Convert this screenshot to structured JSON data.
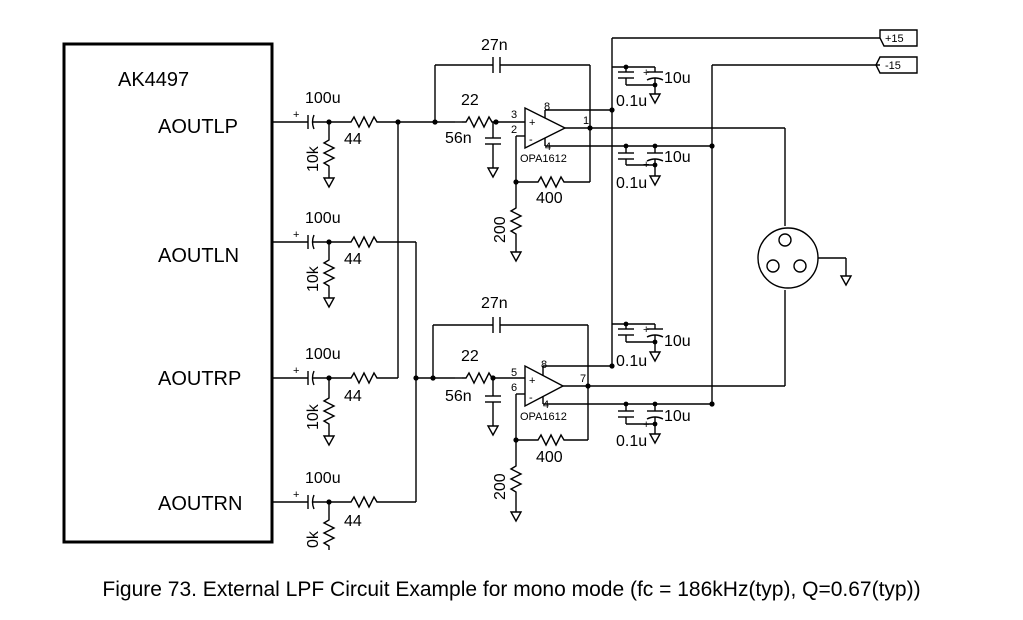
{
  "ic": {
    "name": "AK4497",
    "pins": [
      "AOUTLP",
      "AOUTLN",
      "AOUTRP",
      "AOUTRN"
    ]
  },
  "input_stage": {
    "cap": "100u",
    "series_res": "44",
    "shunt_res": [
      "10k",
      "10k",
      "10k",
      "0k"
    ]
  },
  "filters": [
    {
      "feedback_cap": "27n",
      "input_res": "22",
      "shunt_cap": "56n",
      "gain_res": "400",
      "ground_res": "200",
      "opamp": "OPA1612",
      "pins": {
        "in_plus": "3",
        "in_minus": "2",
        "vpos": "8",
        "vneg": "4",
        "out": "1"
      }
    },
    {
      "feedback_cap": "27n",
      "input_res": "22",
      "shunt_cap": "56n",
      "gain_res": "400",
      "ground_res": "200",
      "opamp": "OPA1612",
      "pins": {
        "in_plus": "5",
        "in_minus": "6",
        "vpos": "8",
        "vneg": "4",
        "out": "7"
      }
    }
  ],
  "decoupling": {
    "small_cap": "0.1u",
    "bulk_cap": "10u"
  },
  "rails": {
    "positive": "+15",
    "negative": "-15"
  },
  "caption": "Figure 73. External LPF Circuit Example for mono mode (fc = 186kHz(typ), Q=0.67(typ))"
}
